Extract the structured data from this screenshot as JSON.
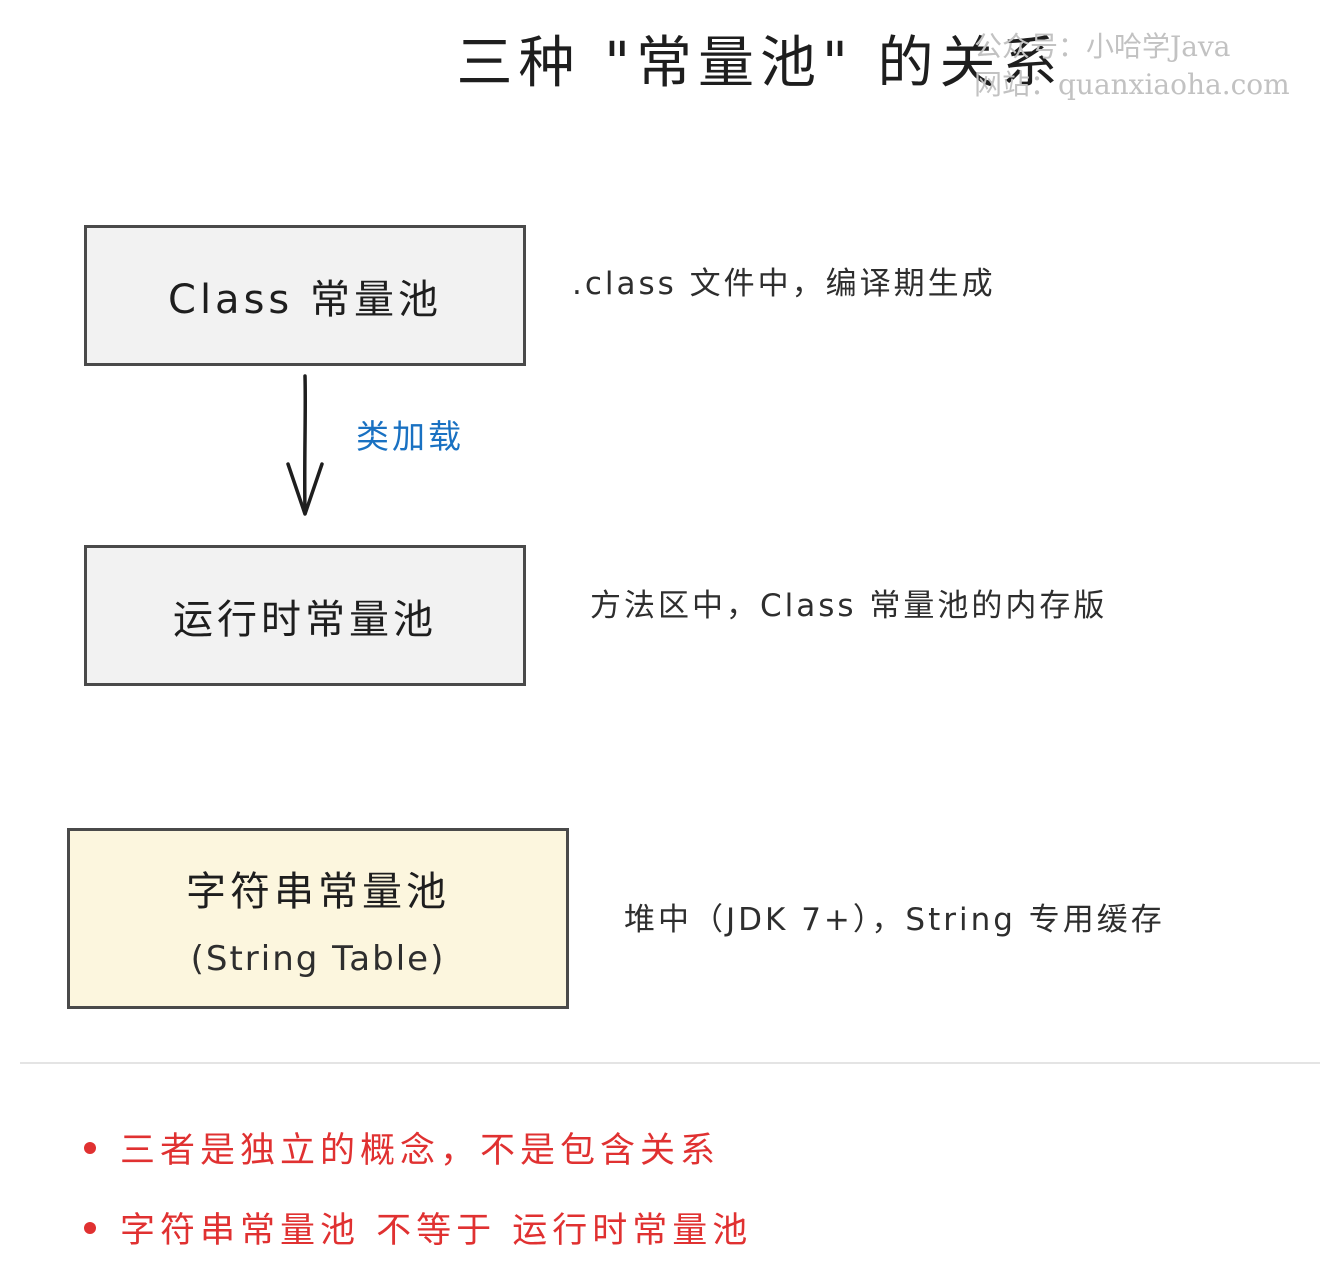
{
  "title": "三种 \"常量池\" 的关系",
  "watermark": {
    "line1": "公众号：小哈学Java",
    "line2": "网站：quanxiaoha.com"
  },
  "boxes": {
    "class_pool": {
      "label": "Class 常量池",
      "description": ".class 文件中，编译期生成"
    },
    "runtime_pool": {
      "label": "运行时常量池",
      "description": "方法区中，Class 常量池的内存版"
    },
    "string_pool": {
      "label": "字符串常量池",
      "sublabel": "(String Table)",
      "description": "堆中（JDK 7+），String 专用缓存"
    }
  },
  "arrow": {
    "label": "类加载"
  },
  "notes": [
    "三者是独立的概念，不是包含关系",
    "字符串常量池 不等于 运行时常量池"
  ],
  "colors": {
    "box_border": "#4a4a4a",
    "box_fill": "#f2f2f2",
    "string_box_fill": "#fcf6de",
    "arrow_label": "#1971c2",
    "notes": "#e03131",
    "watermark": "#c2c2c2"
  }
}
